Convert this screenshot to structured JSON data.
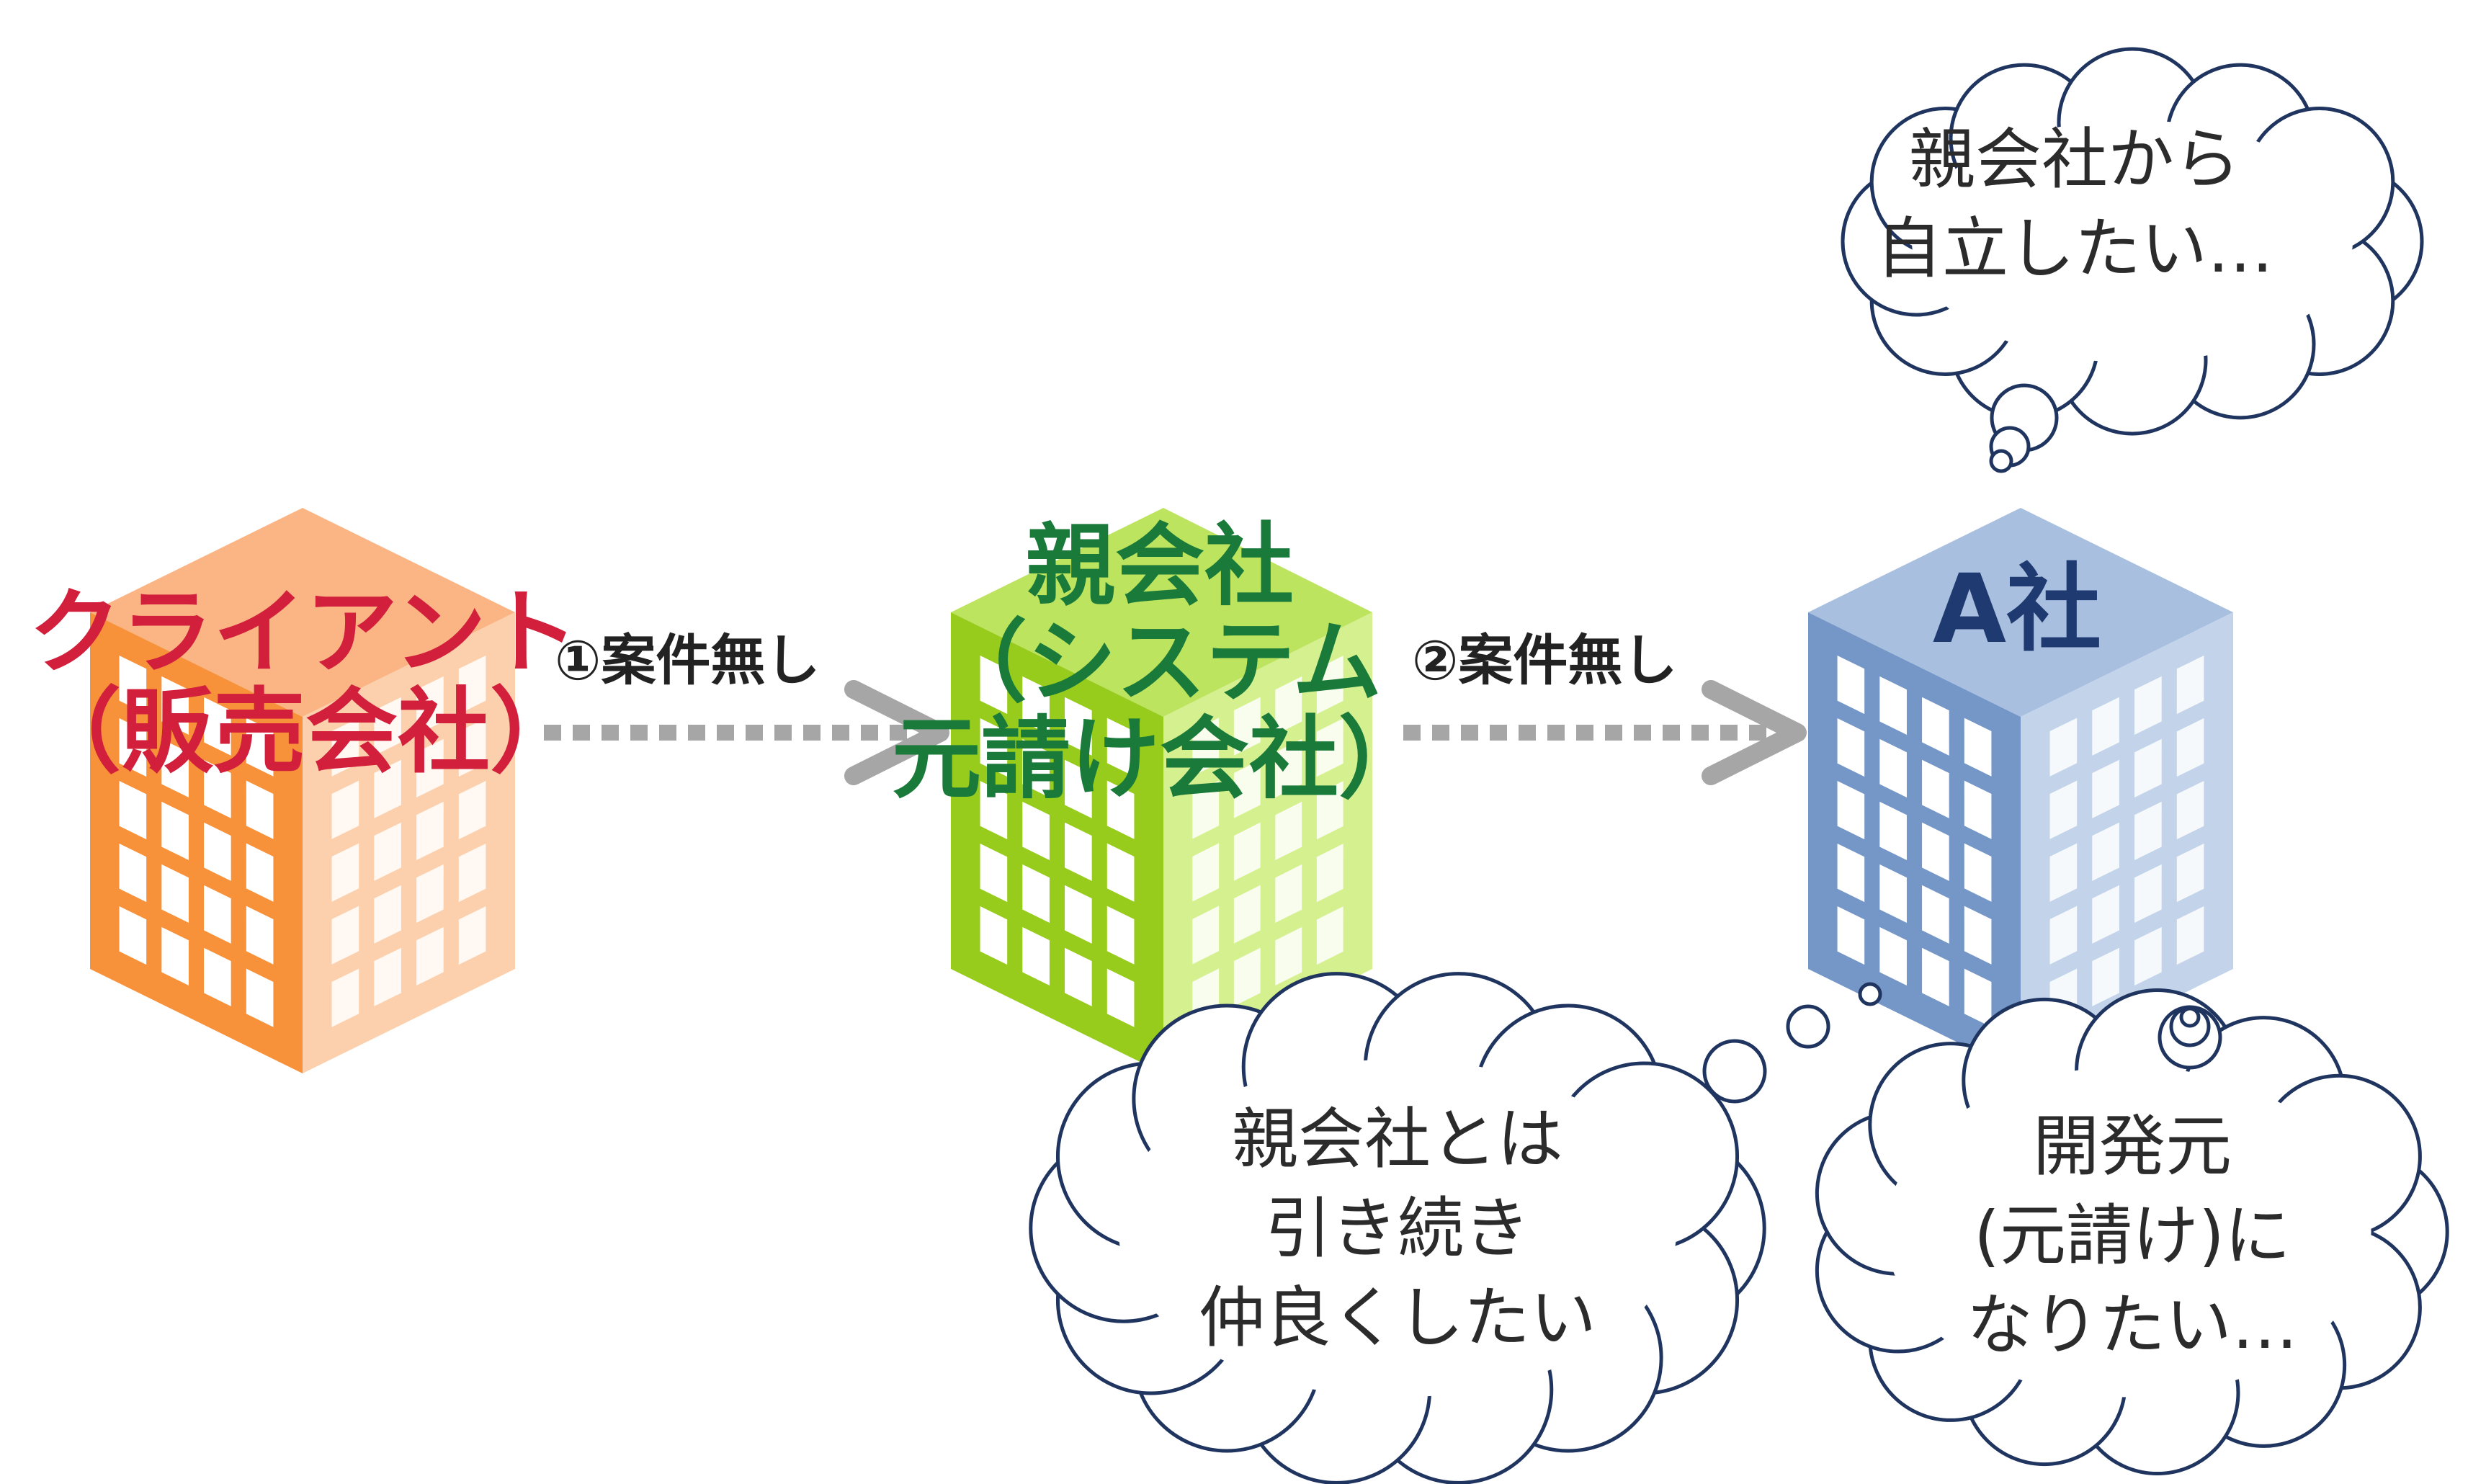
{
  "colors": {
    "client_front": "#f7923a",
    "client_side": "#fcd0ac",
    "client_top": "#fbb585",
    "client_text": "#d21f3c",
    "parent_front": "#97cc1d",
    "parent_side": "#d5f08f",
    "parent_top": "#bde45e",
    "parent_text": "#1a7a3a",
    "a_front": "#7597c7",
    "a_side": "#c3d4ea",
    "a_top": "#a8bfdf",
    "a_text": "#1f3a70",
    "arrow": "#a6a6a6",
    "bubble_stroke": "#1f3560"
  },
  "buildings": {
    "client": {
      "icon": "orange-office-building-icon",
      "lines": [
        "クライアント",
        "（販売会社）"
      ]
    },
    "parent": {
      "icon": "green-office-building-icon",
      "lines": [
        "親会社",
        "（システム",
        "元請け会社）"
      ]
    },
    "a": {
      "icon": "blue-office-building-icon",
      "lines": [
        "A社"
      ]
    }
  },
  "arrows": [
    {
      "label": "①案件無し",
      "icon": "dotted-arrow-right-icon"
    },
    {
      "label": "②案件無し",
      "icon": "dotted-arrow-right-icon"
    }
  ],
  "bubbles": {
    "top": {
      "lines": [
        "親会社から",
        "自立したい…"
      ]
    },
    "bottom_left": {
      "lines": [
        "親会社とは",
        "引き続き",
        "仲良くしたい"
      ]
    },
    "bottom_right": {
      "lines": [
        "開発元",
        "(元請け)に",
        "なりたい…"
      ]
    }
  }
}
